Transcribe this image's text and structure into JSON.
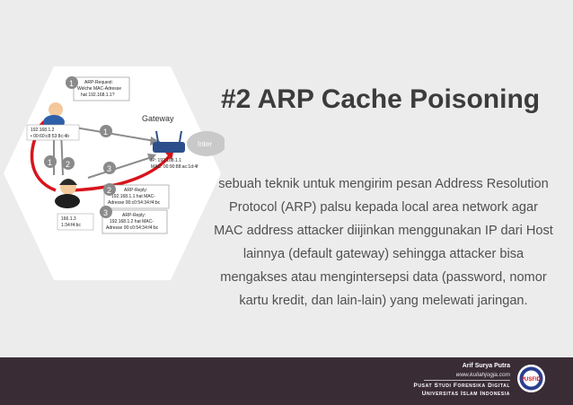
{
  "slide": {
    "title": "#2 ARP Cache Poisoning",
    "body_lines": [
      "sebuah teknik untuk mengirim pesan Address Resolution",
      "Protocol (ARP)  palsu kepada local area network agar",
      "MAC address attacker diijinkan menggunakan IP dari Host",
      "lainnya (default gateway) sehingga attacker bisa",
      "mengakses atau mengintersepsi data (password, nomor",
      "kartu kredit, dan lain-lain) yang melewati jaringan."
    ]
  },
  "diagram": {
    "gateway_label": "Gateway",
    "internet_label": "Inter",
    "gateway_ip": "IP: 192.168.1.1",
    "gateway_mac": "MAC: 00:90:88:ac:1d:4f",
    "host_ip": "192.168.1.2",
    "host_mac": "• 00:60:c8:53:8c:4b",
    "attacker_ip": "166.1.3",
    "attacker_mac": "1:34:f4:bc",
    "bubble1_title": "ARP-Request:",
    "bubble1_line1": "Welche MAC-Adresse",
    "bubble1_line2": "hat 192.168.1.1?",
    "bubble2_title": "ARP-Reply:",
    "bubble2_line1": "192.168.1.1 hat MAC-",
    "bubble2_line2": "Adresse 00:c0:54:34:f4:bc",
    "bubble3_title": "ARP-Reply:",
    "bubble3_line1": "192.168.1.2 hat MAC-",
    "bubble3_line2": "Adresse 00:c0:54:34:f4:bc",
    "step_labels": [
      "1",
      "1",
      "1",
      "2",
      "3",
      "2",
      "3"
    ]
  },
  "footer": {
    "author": "Arif Surya Putra",
    "site": "www.kuliahjogja.com",
    "org_line1": "Pusat Studi Forensika Digital",
    "org_line2": "Universitas Islam Indonesia",
    "logo_text": "PUSFID"
  },
  "colors": {
    "background": "#ececec",
    "footer": "#3a2c35",
    "title": "#3c3c3c",
    "body_text": "#505050",
    "attack_arrow": "#d8141c",
    "step_circle": "#8a8a8a"
  }
}
